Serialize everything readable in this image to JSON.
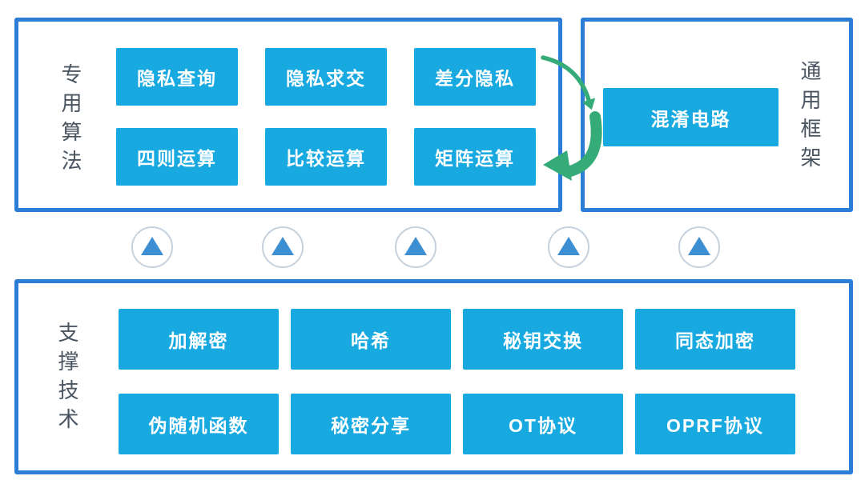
{
  "top_left_panel": {
    "label": "专用算法",
    "boxes": [
      "隐私查询",
      "隐私求交",
      "差分隐私",
      "四则运算",
      "比较运算",
      "矩阵运算"
    ]
  },
  "top_right_panel": {
    "label": "通用框架",
    "boxes": [
      "混淆电路"
    ]
  },
  "bottom_panel": {
    "label": "支撑技术",
    "boxes": [
      "加解密",
      "哈希",
      "秘钥交换",
      "同态加密",
      "伪随机函数",
      "秘密分享",
      "OT协议",
      "OPRF协议"
    ]
  },
  "connectors": {
    "up_arrow_count": 5,
    "up_arrow_icon": "up-triangle-in-circle",
    "curved_arrow_top": "special-to-general",
    "curved_arrow_bottom": "general-to-special"
  },
  "colors": {
    "box_blue": "#18a9e1",
    "panel_border_blue": "#2b7dd6",
    "label_text": "#4a5562",
    "arrow_green": "#35ab78",
    "triangle_blue": "#3d8fd4",
    "circle_border": "#c6d1de"
  }
}
